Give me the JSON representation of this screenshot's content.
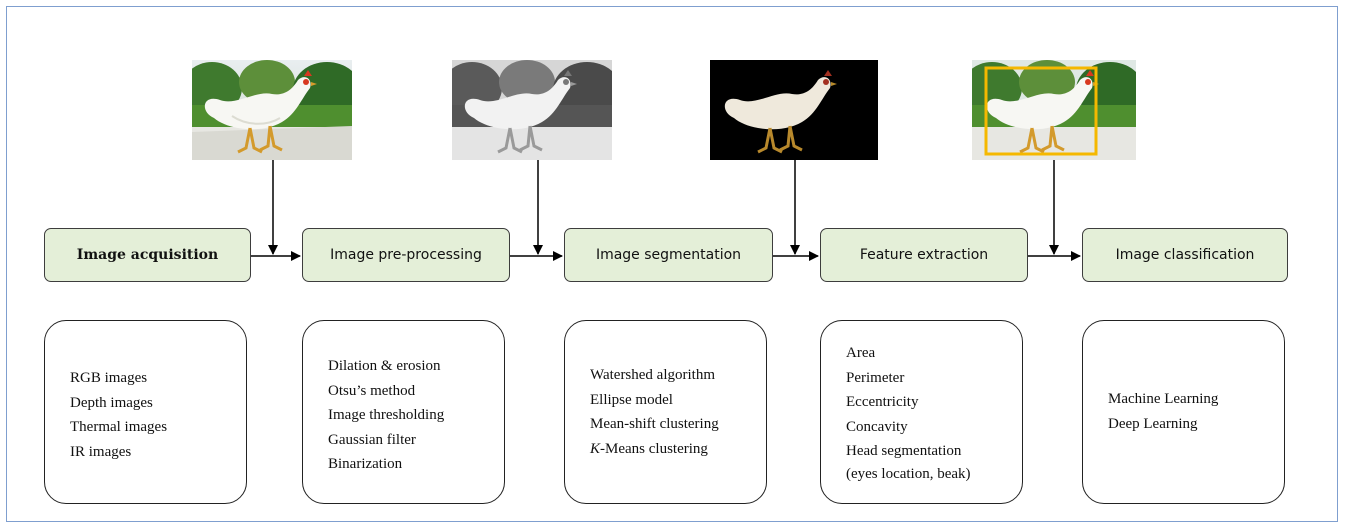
{
  "stages": [
    {
      "label": "Image acquisition"
    },
    {
      "label": "Image pre-processing"
    },
    {
      "label": "Image segmentation"
    },
    {
      "label": "Feature extraction"
    },
    {
      "label": "Image classification"
    }
  ],
  "details": [
    {
      "items": [
        "RGB images",
        "Depth images",
        "Thermal images",
        "IR images"
      ]
    },
    {
      "items": [
        "Dilation & erosion",
        "Otsu’s method",
        "Image thresholding",
        "Gaussian filter",
        "Binarization"
      ]
    },
    {
      "items": [
        "Watershed algorithm",
        "Ellipse model",
        "Mean-shift clustering",
        "K-Means clustering"
      ]
    },
    {
      "items": [
        "Area",
        "Perimeter",
        "Eccentricity",
        "Concavity",
        "Head segmentation",
        "(eyes location, beak)"
      ]
    },
    {
      "items": [
        "Machine Learning",
        "Deep Learning"
      ]
    }
  ],
  "photos": [
    {
      "name": "chicken-color-photo"
    },
    {
      "name": "chicken-grayscale-photo"
    },
    {
      "name": "chicken-segmented-photo"
    },
    {
      "name": "chicken-bounding-box-photo"
    }
  ],
  "colors": {
    "stage_fill": "#e4efd8",
    "bounding_box": "#f5b800",
    "frame_border": "#7f9fcf"
  }
}
